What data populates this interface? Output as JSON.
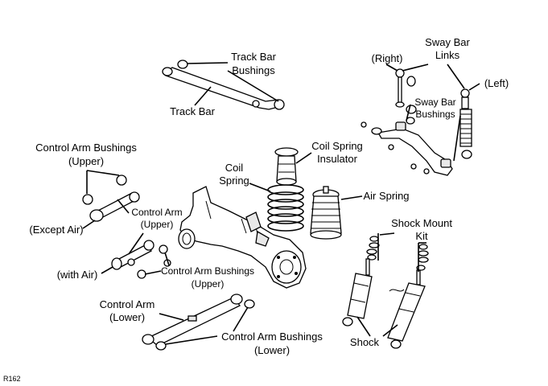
{
  "labels": {
    "track_bar_bushings_1": "Track Bar",
    "track_bar_bushings_2": "Bushings",
    "track_bar": "Track Bar",
    "sway_bar_links_1": "Sway Bar",
    "sway_bar_links_2": "Links",
    "right": "(Right)",
    "left": "(Left)",
    "sway_bar_bushings_1": "Sway Bar",
    "sway_bar_bushings_2": "Bushings",
    "control_arm_bushings_upper_1": "Control Arm Bushings",
    "control_arm_bushings_upper_2": "(Upper)",
    "coil_spring_insulator_1": "Coil Spring",
    "coil_spring_insulator_2": "Insulator",
    "coil_spring_1": "Coil",
    "coil_spring_2": "Spring",
    "air_spring": "Air Spring",
    "control_arm_upper_1": "Control Arm",
    "control_arm_upper_2": "(Upper)",
    "except_air": "(Except Air)",
    "shock_mount_kit_1": "Shock Mount",
    "shock_mount_kit_2": "Kit",
    "with_air": "(with Air)",
    "control_arm_bushings_upper2_1": "Control Arm Bushings",
    "control_arm_bushings_upper2_2": "(Upper)",
    "control_arm_lower_1": "Control Arm",
    "control_arm_lower_2": "(Lower)",
    "control_arm_bushings_lower_1": "Control Arm Bushings",
    "control_arm_bushings_lower_2": "(Lower)",
    "shock": "Shock",
    "ref_code": "R162"
  }
}
